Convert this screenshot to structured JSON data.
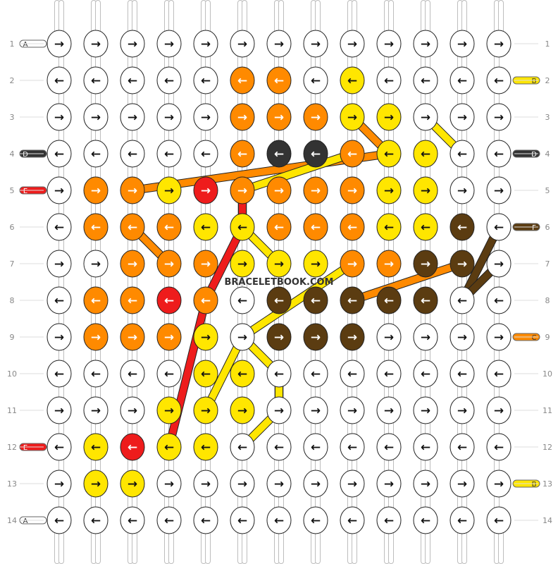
{
  "watermark": "BRACELETBOOK.COM",
  "colors": {
    "A": "#ffffff",
    "B": "#ffe600",
    "C": "#ff8a00",
    "D": "#333333",
    "E": "#ee1c1c",
    "F": "#5b3c11"
  },
  "row_labels": [
    "1",
    "2",
    "3",
    "4",
    "5",
    "6",
    "7",
    "8",
    "9",
    "10",
    "11",
    "12",
    "13",
    "14"
  ],
  "left_tips": [
    {
      "row": 1,
      "label": "A",
      "color": "A"
    },
    {
      "row": 4,
      "label": "D",
      "color": "D"
    },
    {
      "row": 5,
      "label": "E",
      "color": "E"
    },
    {
      "row": 12,
      "label": "E",
      "color": "E"
    },
    {
      "row": 14,
      "label": "A",
      "color": "A"
    }
  ],
  "right_tips": [
    {
      "row": 2,
      "label": "B",
      "color": "B"
    },
    {
      "row": 4,
      "label": "D",
      "color": "D"
    },
    {
      "row": 6,
      "label": "F",
      "color": "F"
    },
    {
      "row": 9,
      "label": "C",
      "color": "C"
    },
    {
      "row": 13,
      "label": "B",
      "color": "B"
    }
  ],
  "knot_rows": [
    {
      "dir": "→",
      "colors": "AAAAAAAAAAAAA"
    },
    {
      "dir": "←",
      "colors": "AAAAACCABAAAA"
    },
    {
      "dir": "→",
      "colors": "AAAAACCCBBAAA"
    },
    {
      "dir": "←",
      "colors": "AAAAACDDCBBAA"
    },
    {
      "dir": "→",
      "colors": "ACCBECCCCBBAA"
    },
    {
      "dir": "←",
      "colors": "ACCCBBCCCBBFA"
    },
    {
      "dir": "→",
      "colors": "AACCCBBBCCFFA"
    },
    {
      "dir": "←",
      "colors": "ACCECAFFFFFAA"
    },
    {
      "dir": "→",
      "colors": "ACCCBAFFFAAAA"
    },
    {
      "dir": "←",
      "colors": "AAAABBAAAAAAA"
    },
    {
      "dir": "→",
      "colors": "AAABBBAAAAAAA"
    },
    {
      "dir": "←",
      "colors": "ABEBBAAAAAAAA"
    },
    {
      "dir": "→",
      "colors": "ABBAAAAAAAAAA"
    },
    {
      "dir": "←",
      "colors": "AAAAAAAAAAAAA"
    }
  ],
  "thread_paths": [
    {
      "color": "E",
      "points": [
        [
          5,
          5
        ],
        [
          6,
          5
        ],
        [
          8,
          4
        ],
        [
          12,
          3
        ]
      ]
    },
    {
      "color": "C",
      "points": [
        [
          3,
          8
        ],
        [
          4,
          9
        ],
        [
          5,
          2
        ]
      ]
    },
    {
      "color": "C",
      "points": [
        [
          6,
          2
        ],
        [
          7,
          3
        ]
      ]
    },
    {
      "color": "C",
      "points": [
        [
          7,
          11
        ],
        [
          8,
          8
        ]
      ]
    },
    {
      "color": "B",
      "points": [
        [
          3,
          10
        ],
        [
          4,
          11
        ]
      ]
    },
    {
      "color": "B",
      "points": [
        [
          4,
          8
        ],
        [
          5,
          5
        ]
      ]
    },
    {
      "color": "B",
      "points": [
        [
          6,
          5
        ],
        [
          7,
          6
        ]
      ]
    },
    {
      "color": "B",
      "points": [
        [
          7,
          8
        ],
        [
          9,
          5
        ],
        [
          10,
          6
        ],
        [
          11,
          6
        ],
        [
          12,
          5
        ]
      ]
    },
    {
      "color": "B",
      "points": [
        [
          9,
          5
        ],
        [
          11,
          4
        ]
      ]
    },
    {
      "color": "F",
      "points": [
        [
          6,
          12
        ],
        [
          8,
          11
        ]
      ]
    },
    {
      "color": "F",
      "points": [
        [
          7,
          12
        ],
        [
          8,
          11
        ]
      ]
    }
  ]
}
